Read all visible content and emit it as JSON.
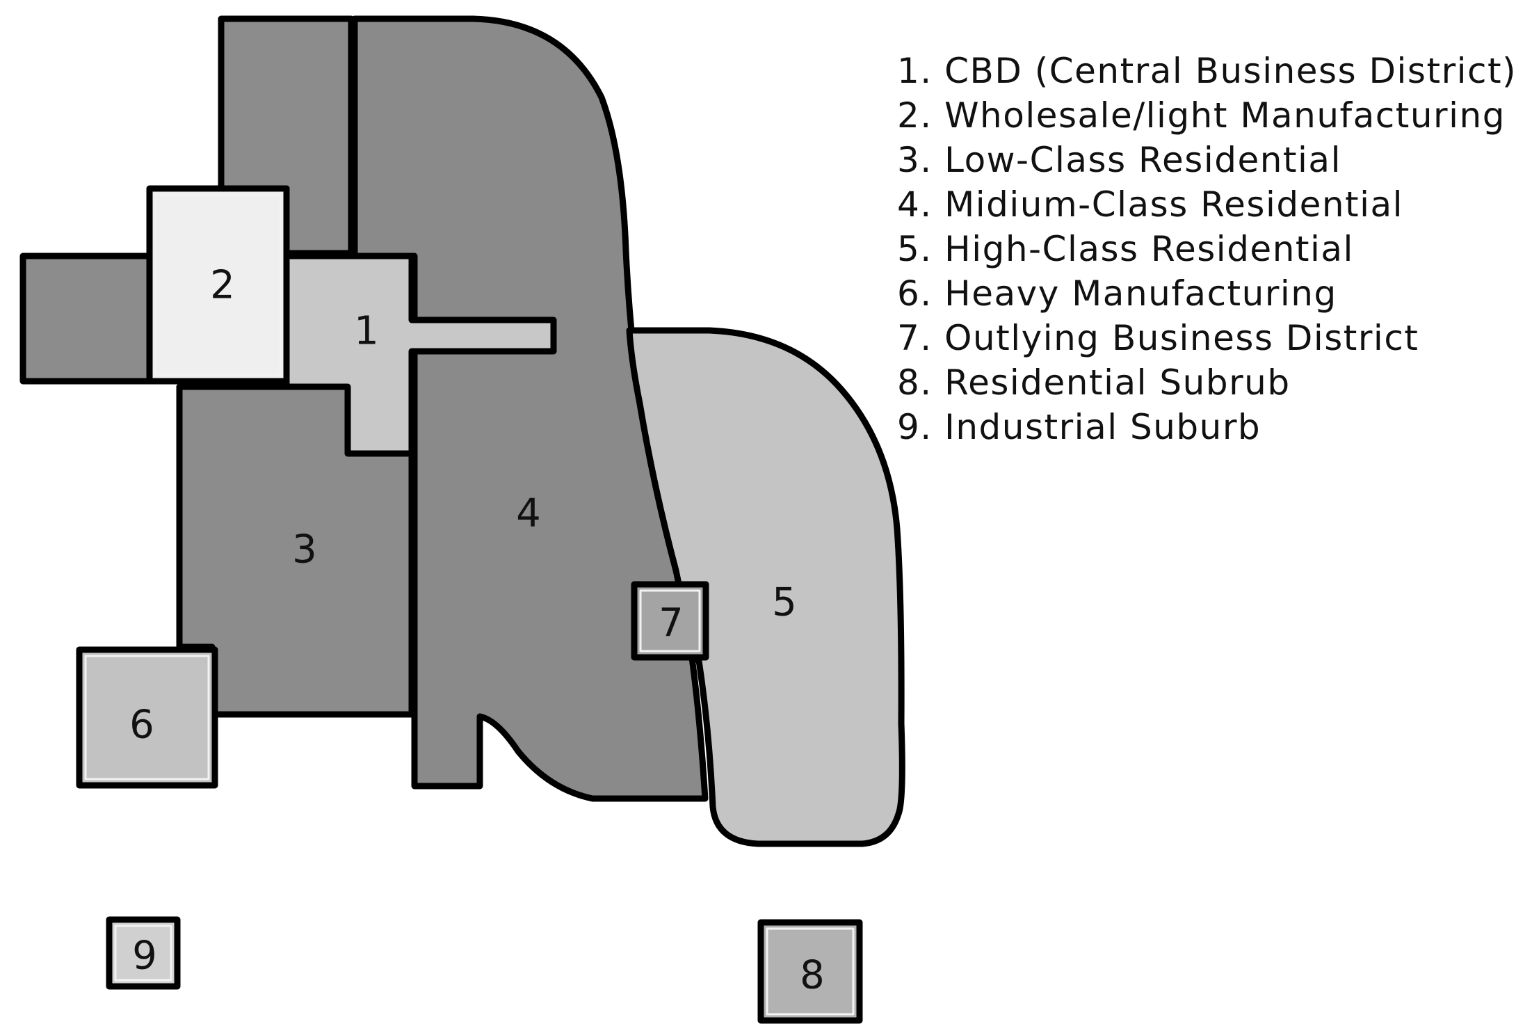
{
  "colors": {
    "zone_1": "#c8c8c8",
    "zone_2": "#efefef",
    "zone_3": "#8c8c8c",
    "zone_4": "#8a8a8a",
    "zone_5": "#c4c4c4",
    "zone_6": "#c2c2c2",
    "zone_7": "#a4a4a4",
    "zone_8": "#b2b2b2",
    "zone_9": "#d0d0d0"
  },
  "zones": [
    {
      "number": "1",
      "name": "CBD (Central Business District)"
    },
    {
      "number": "2",
      "name": "Wholesale/light Manufacturing"
    },
    {
      "number": "3",
      "name": "Low-Class Residential"
    },
    {
      "number": "4",
      "name": "Midium-Class Residential"
    },
    {
      "number": "5",
      "name": "High-Class Residential"
    },
    {
      "number": "6",
      "name": "Heavy Manufacturing"
    },
    {
      "number": "7",
      "name": "Outlying Business District"
    },
    {
      "number": "8",
      "name": "Residential Subrub"
    },
    {
      "number": "9",
      "name": "Industrial Suburb"
    }
  ],
  "legend": [
    "1. CBD (Central Business District)",
    "2. Wholesale/light Manufacturing",
    "3. Low-Class Residential",
    "4. Midium-Class Residential",
    "5. High-Class Residential",
    "6. Heavy Manufacturing",
    "7. Outlying Business District",
    "8. Residential Subrub",
    "9. Industrial Suburb"
  ]
}
